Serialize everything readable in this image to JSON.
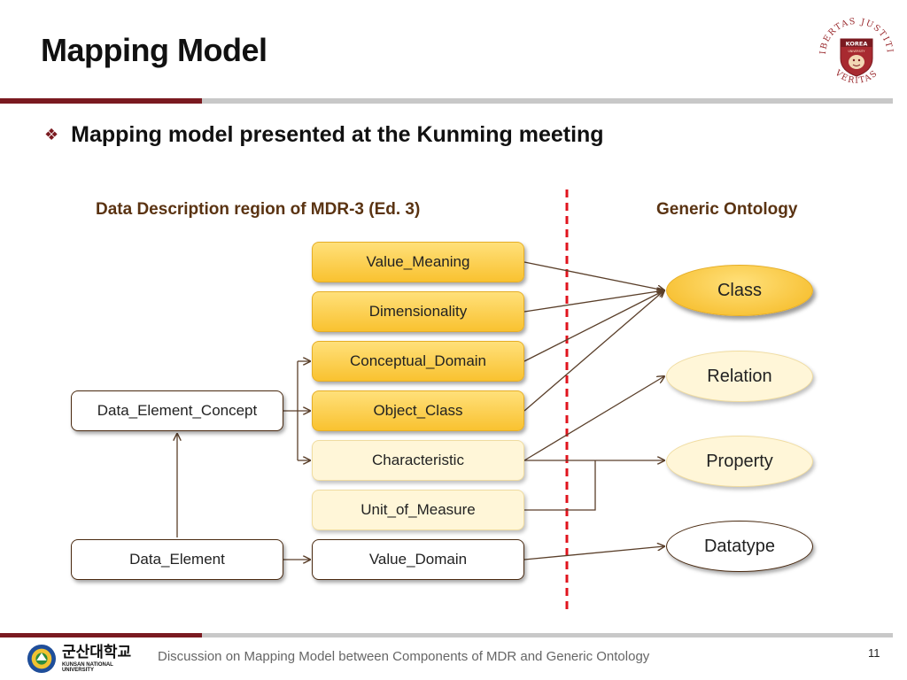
{
  "slide": {
    "title": "Mapping Model",
    "bullet": "Mapping model presented at the Kunming meeting",
    "left_heading": "Data Description region of MDR-3 (Ed. 3)",
    "right_heading": "Generic Ontology"
  },
  "mdr_boxes": {
    "value_meaning": "Value_Meaning",
    "dimensionality": "Dimensionality",
    "conceptual_domain": "Conceptual_Domain",
    "object_class": "Object_Class",
    "characteristic": "Characteristic",
    "unit_of_measure": "Unit_of_Measure",
    "value_domain": "Value_Domain",
    "data_element_concept": "Data_Element_Concept",
    "data_element": "Data_Element"
  },
  "ontology": {
    "class": "Class",
    "relation": "Relation",
    "property": "Property",
    "datatype": "Datatype"
  },
  "logo": {
    "motto_top": "LIBERTAS JUSTITIA",
    "motto_bottom": "VERITAS",
    "banner": "KOREA",
    "banner_sub": "UNIVERSITY"
  },
  "footer": {
    "university_ko": "군산대학교",
    "university_en": "KUNSAN NATIONAL UNIVERSITY",
    "text": "Discussion on Mapping Model between Components of MDR and Generic Ontology",
    "page_number": "11"
  },
  "colors": {
    "accent_maroon": "#7a1a20",
    "rule_gray": "#c8c8c8",
    "divider_red": "#e0141e",
    "heading_brown": "#5a3312",
    "connector": "#5a3f2a"
  }
}
